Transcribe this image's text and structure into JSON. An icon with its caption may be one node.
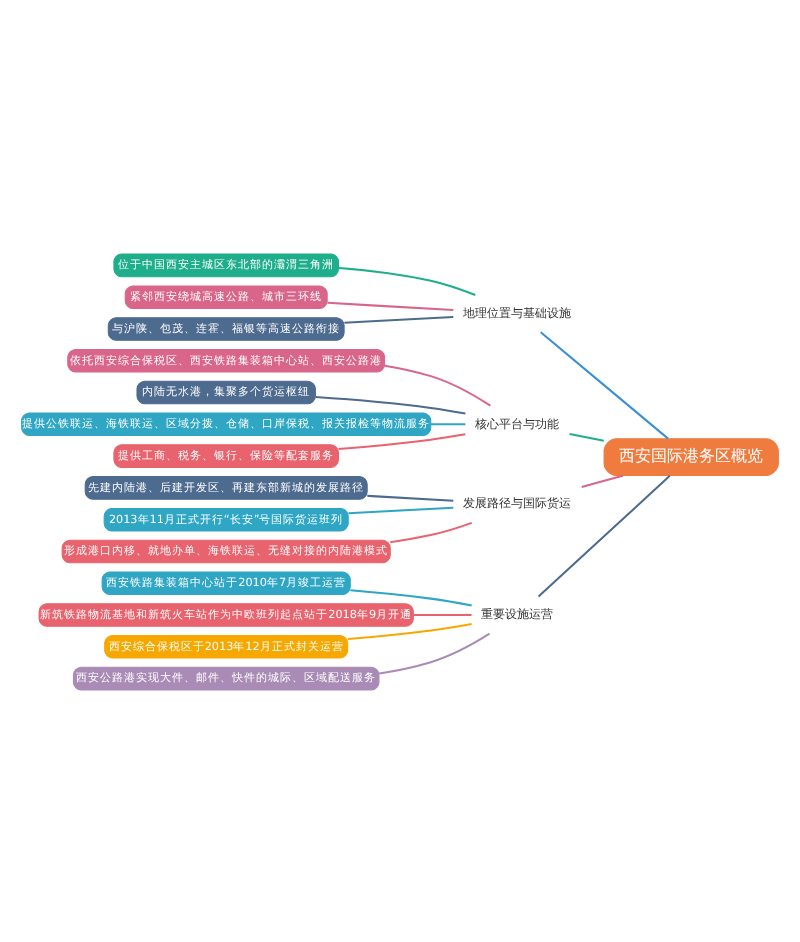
{
  "diagram": {
    "nodes": [
      {
        "text": [
          "西安国际港务区概览"
        ]
      },
      {
        "text": [
          "地理位置与基础设施"
        ]
      },
      {
        "text": [
          "位于中国西安主城区东北部的灞渭三角洲"
        ]
      },
      {
        "text": [
          "紧邻西安绕城高速公路、城市三环线"
        ]
      },
      {
        "text": [
          "与沪陕、包茂、连霍、福银等高速公路衔接"
        ]
      },
      {
        "text": [
          "核心平台与功能"
        ]
      },
      {
        "text": [
          "依托西安综合保税区、西安铁路集装箱中心站、西安公路港"
        ]
      },
      {
        "text": [
          "内陆无水港，集聚多个货运枢纽"
        ]
      },
      {
        "text": [
          "提供公铁联运、海铁联运、区域分拨、仓储、口岸保税、报关报检等物流服务"
        ]
      },
      {
        "text": [
          "提供工商、税务、银行、保险等配套服务"
        ]
      },
      {
        "text": [
          "发展路径与国际货运"
        ]
      },
      {
        "text": [
          "先建内陆港、后建开发区、再建东部新城的发展路径"
        ]
      },
      {
        "text": [
          "2013年11月正式开行“长安”号国际货运班列"
        ]
      },
      {
        "text": [
          "形成港口内移、就地办单、海铁联运、无缝对接的内陆港模式"
        ]
      },
      {
        "text": [
          "重要设施运营"
        ]
      },
      {
        "text": [
          "西安铁路集装箱中心站于2010年7月竣工运营"
        ]
      },
      {
        "text": [
          "新筑铁路物流基地和新筑火车站作为中欧班列起点站于2018年9月开通"
        ]
      },
      {
        "text": [
          "西安综合保税区于2013年12月正式封关运营"
        ]
      },
      {
        "text": [
          "西安公路港实现大件、邮件、快件的城际、区域配送服务"
        ]
      }
    ],
    "edges": [
      {
        "from": 0,
        "to": 1,
        "arrow": "none",
        "color": "#3b8fd6"
      },
      {
        "from": 1,
        "to": 2,
        "arrow": "none",
        "color": "#1fae8c"
      },
      {
        "from": 1,
        "to": 3,
        "arrow": "none",
        "color": "#d9668a"
      },
      {
        "from": 1,
        "to": 4,
        "arrow": "none",
        "color": "#4d6a8f"
      },
      {
        "from": 0,
        "to": 5,
        "arrow": "none",
        "color": "#1fae8c"
      },
      {
        "from": 5,
        "to": 6,
        "arrow": "none",
        "color": "#d9668a"
      },
      {
        "from": 5,
        "to": 7,
        "arrow": "none",
        "color": "#4d6a8f"
      },
      {
        "from": 5,
        "to": 8,
        "arrow": "none",
        "color": "#2ea6c4"
      },
      {
        "from": 5,
        "to": 9,
        "arrow": "none",
        "color": "#e8636e"
      },
      {
        "from": 0,
        "to": 10,
        "arrow": "none",
        "color": "#d9668a"
      },
      {
        "from": 10,
        "to": 11,
        "arrow": "none",
        "color": "#4d6a8f"
      },
      {
        "from": 10,
        "to": 12,
        "arrow": "none",
        "color": "#2ea6c4"
      },
      {
        "from": 10,
        "to": 13,
        "arrow": "none",
        "color": "#e8636e"
      },
      {
        "from": 0,
        "to": 14,
        "arrow": "none",
        "color": "#4d6a8f"
      },
      {
        "from": 14,
        "to": 15,
        "arrow": "none",
        "color": "#2ea6c4"
      },
      {
        "from": 14,
        "to": 16,
        "arrow": "none",
        "color": "#e8636e"
      },
      {
        "from": 14,
        "to": 17,
        "arrow": "none",
        "color": "#f7a800"
      },
      {
        "from": 14,
        "to": 18,
        "arrow": "none",
        "color": "#a98bb5"
      }
    ]
  }
}
